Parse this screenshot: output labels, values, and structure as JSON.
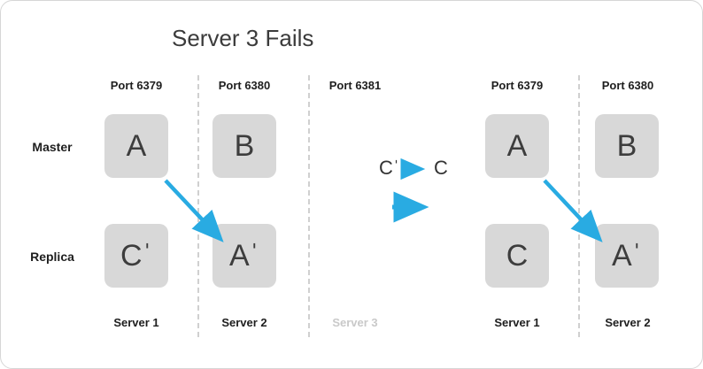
{
  "title": "Server 3 Fails",
  "colors": {
    "accent": "#29abe2",
    "box_bg": "#d8d8d8",
    "muted_text": "#c9c9c9"
  },
  "row_labels": {
    "master": "Master",
    "replica": "Replica"
  },
  "left": {
    "ports": [
      "Port 6379",
      "Port 6380",
      "Port 6381"
    ],
    "master_boxes": [
      "A",
      "B"
    ],
    "replica_boxes": [
      "Cˈ",
      "Aˈ"
    ],
    "servers": [
      "Server 1",
      "Server 2",
      "Server 3"
    ]
  },
  "transition": {
    "from": "Cˈ",
    "to": "C"
  },
  "right": {
    "ports": [
      "Port 6379",
      "Port 6380"
    ],
    "master_boxes": [
      "A",
      "B"
    ],
    "replica_boxes": [
      "C",
      "Aˈ"
    ],
    "servers": [
      "Server 1",
      "Server 2"
    ]
  }
}
